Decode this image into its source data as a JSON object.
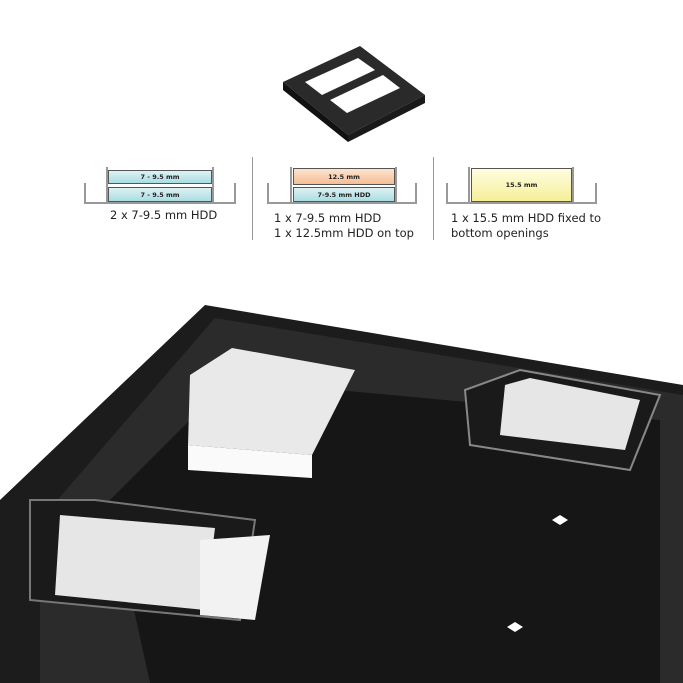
{
  "options": [
    {
      "drives": [
        "7 - 9.5 mm",
        "7 - 9.5 mm"
      ],
      "caption": [
        "2 x 7-9.5 mm HDD"
      ]
    },
    {
      "drives": [
        "12.5 mm",
        "7-9.5 mm HDD"
      ],
      "caption": [
        "1 x 7-9.5 mm HDD",
        "1 x 12.5mm HDD on top"
      ]
    },
    {
      "drives": [
        "15.5 mm"
      ],
      "caption": [
        "1 x 15.5 mm HDD fixed to",
        "bottom openings"
      ]
    }
  ]
}
